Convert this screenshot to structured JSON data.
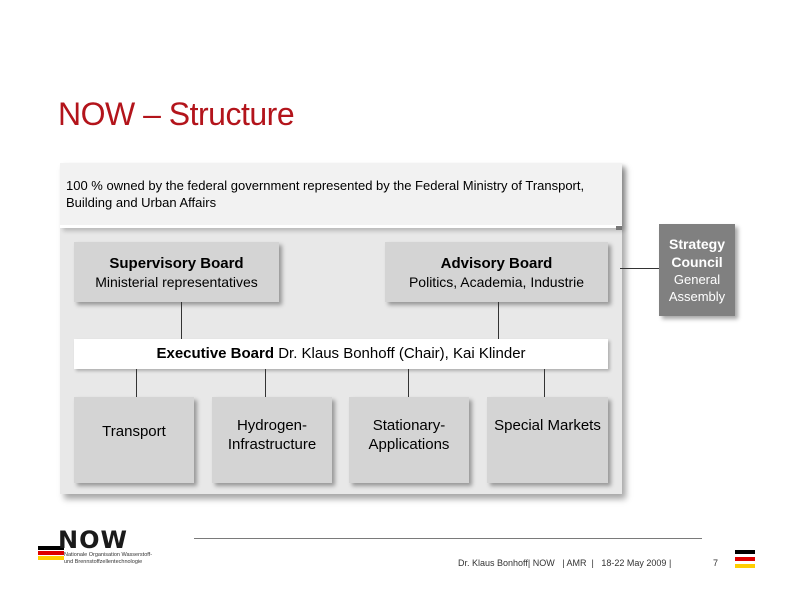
{
  "title": "NOW – Structure",
  "ownership": "100 % owned by the federal government represented by the Federal Ministry of Transport, Building and Urban Affairs",
  "supervisory_board": {
    "name": "Supervisory Board",
    "detail": "Ministerial representatives"
  },
  "advisory_board": {
    "name": "Advisory Board",
    "detail": "Politics, Academia, Industrie"
  },
  "executive_board": {
    "label": "Executive Board",
    "members": "Dr. Klaus Bonhoff (Chair),  Kai Klinder"
  },
  "units": [
    {
      "line1": "Transport",
      "line2": ""
    },
    {
      "line1": "Hydrogen-",
      "line2": "Infrastructure"
    },
    {
      "line1": "Stationary-",
      "line2": "Applications"
    },
    {
      "line1": "Special Markets",
      "line2": ""
    }
  ],
  "strategy_council": {
    "line1": "Strategy",
    "line2": "Council",
    "line3": "General",
    "line4": "Assembly"
  },
  "footer": {
    "text": "Dr. Klaus Bonhoff| NOW   | AMR  |   18-22 May 2009 |",
    "page": "7"
  },
  "logo": {
    "wordmark": "NOW",
    "subtitle_line1": "Nationale Organisation Wasserstoff-",
    "subtitle_line2": "und Brennstoffzellentechnologie"
  },
  "colors": {
    "title": "#b3141b",
    "box": "#d4d4d4",
    "strategy": "#808080",
    "flag_black": "#000000",
    "flag_red": "#dd0000",
    "flag_gold": "#ffce00"
  }
}
